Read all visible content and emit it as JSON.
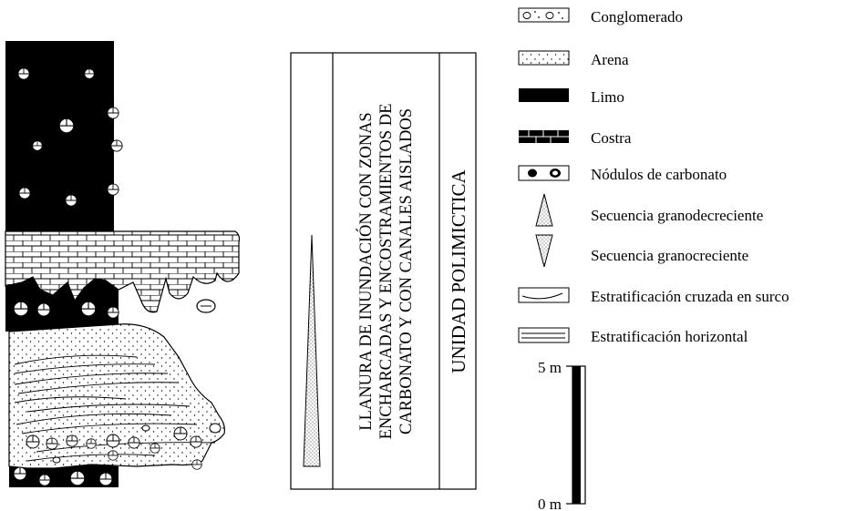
{
  "column": {
    "facies_text": {
      "line1": "LLANURA DE INUNDACIÓN CON ZONAS",
      "line2": "ENCHARCADAS Y ENCOSTRAMIENTOS DE",
      "line3": "CARBONATO Y CON CANALES AISLADOS"
    },
    "unit_text": "UNIDAD POLIMICTICA"
  },
  "legend": {
    "conglomerado": "Conglomerado",
    "arena": "Arena",
    "limo": "Limo",
    "costra": "Costra",
    "nodulos": "Nódulos de carbonato",
    "granodecreciente": "Secuencia granodecreciente",
    "granocreciente": "Secuencia granocreciente",
    "cruzada": "Estratificación cruzada en surco",
    "horizontal": "Estratificación horizontal"
  },
  "scale": {
    "top_label": "5 m",
    "bottom_label": "0 m"
  },
  "colors": {
    "ink": "#000000",
    "paper": "#ffffff"
  }
}
